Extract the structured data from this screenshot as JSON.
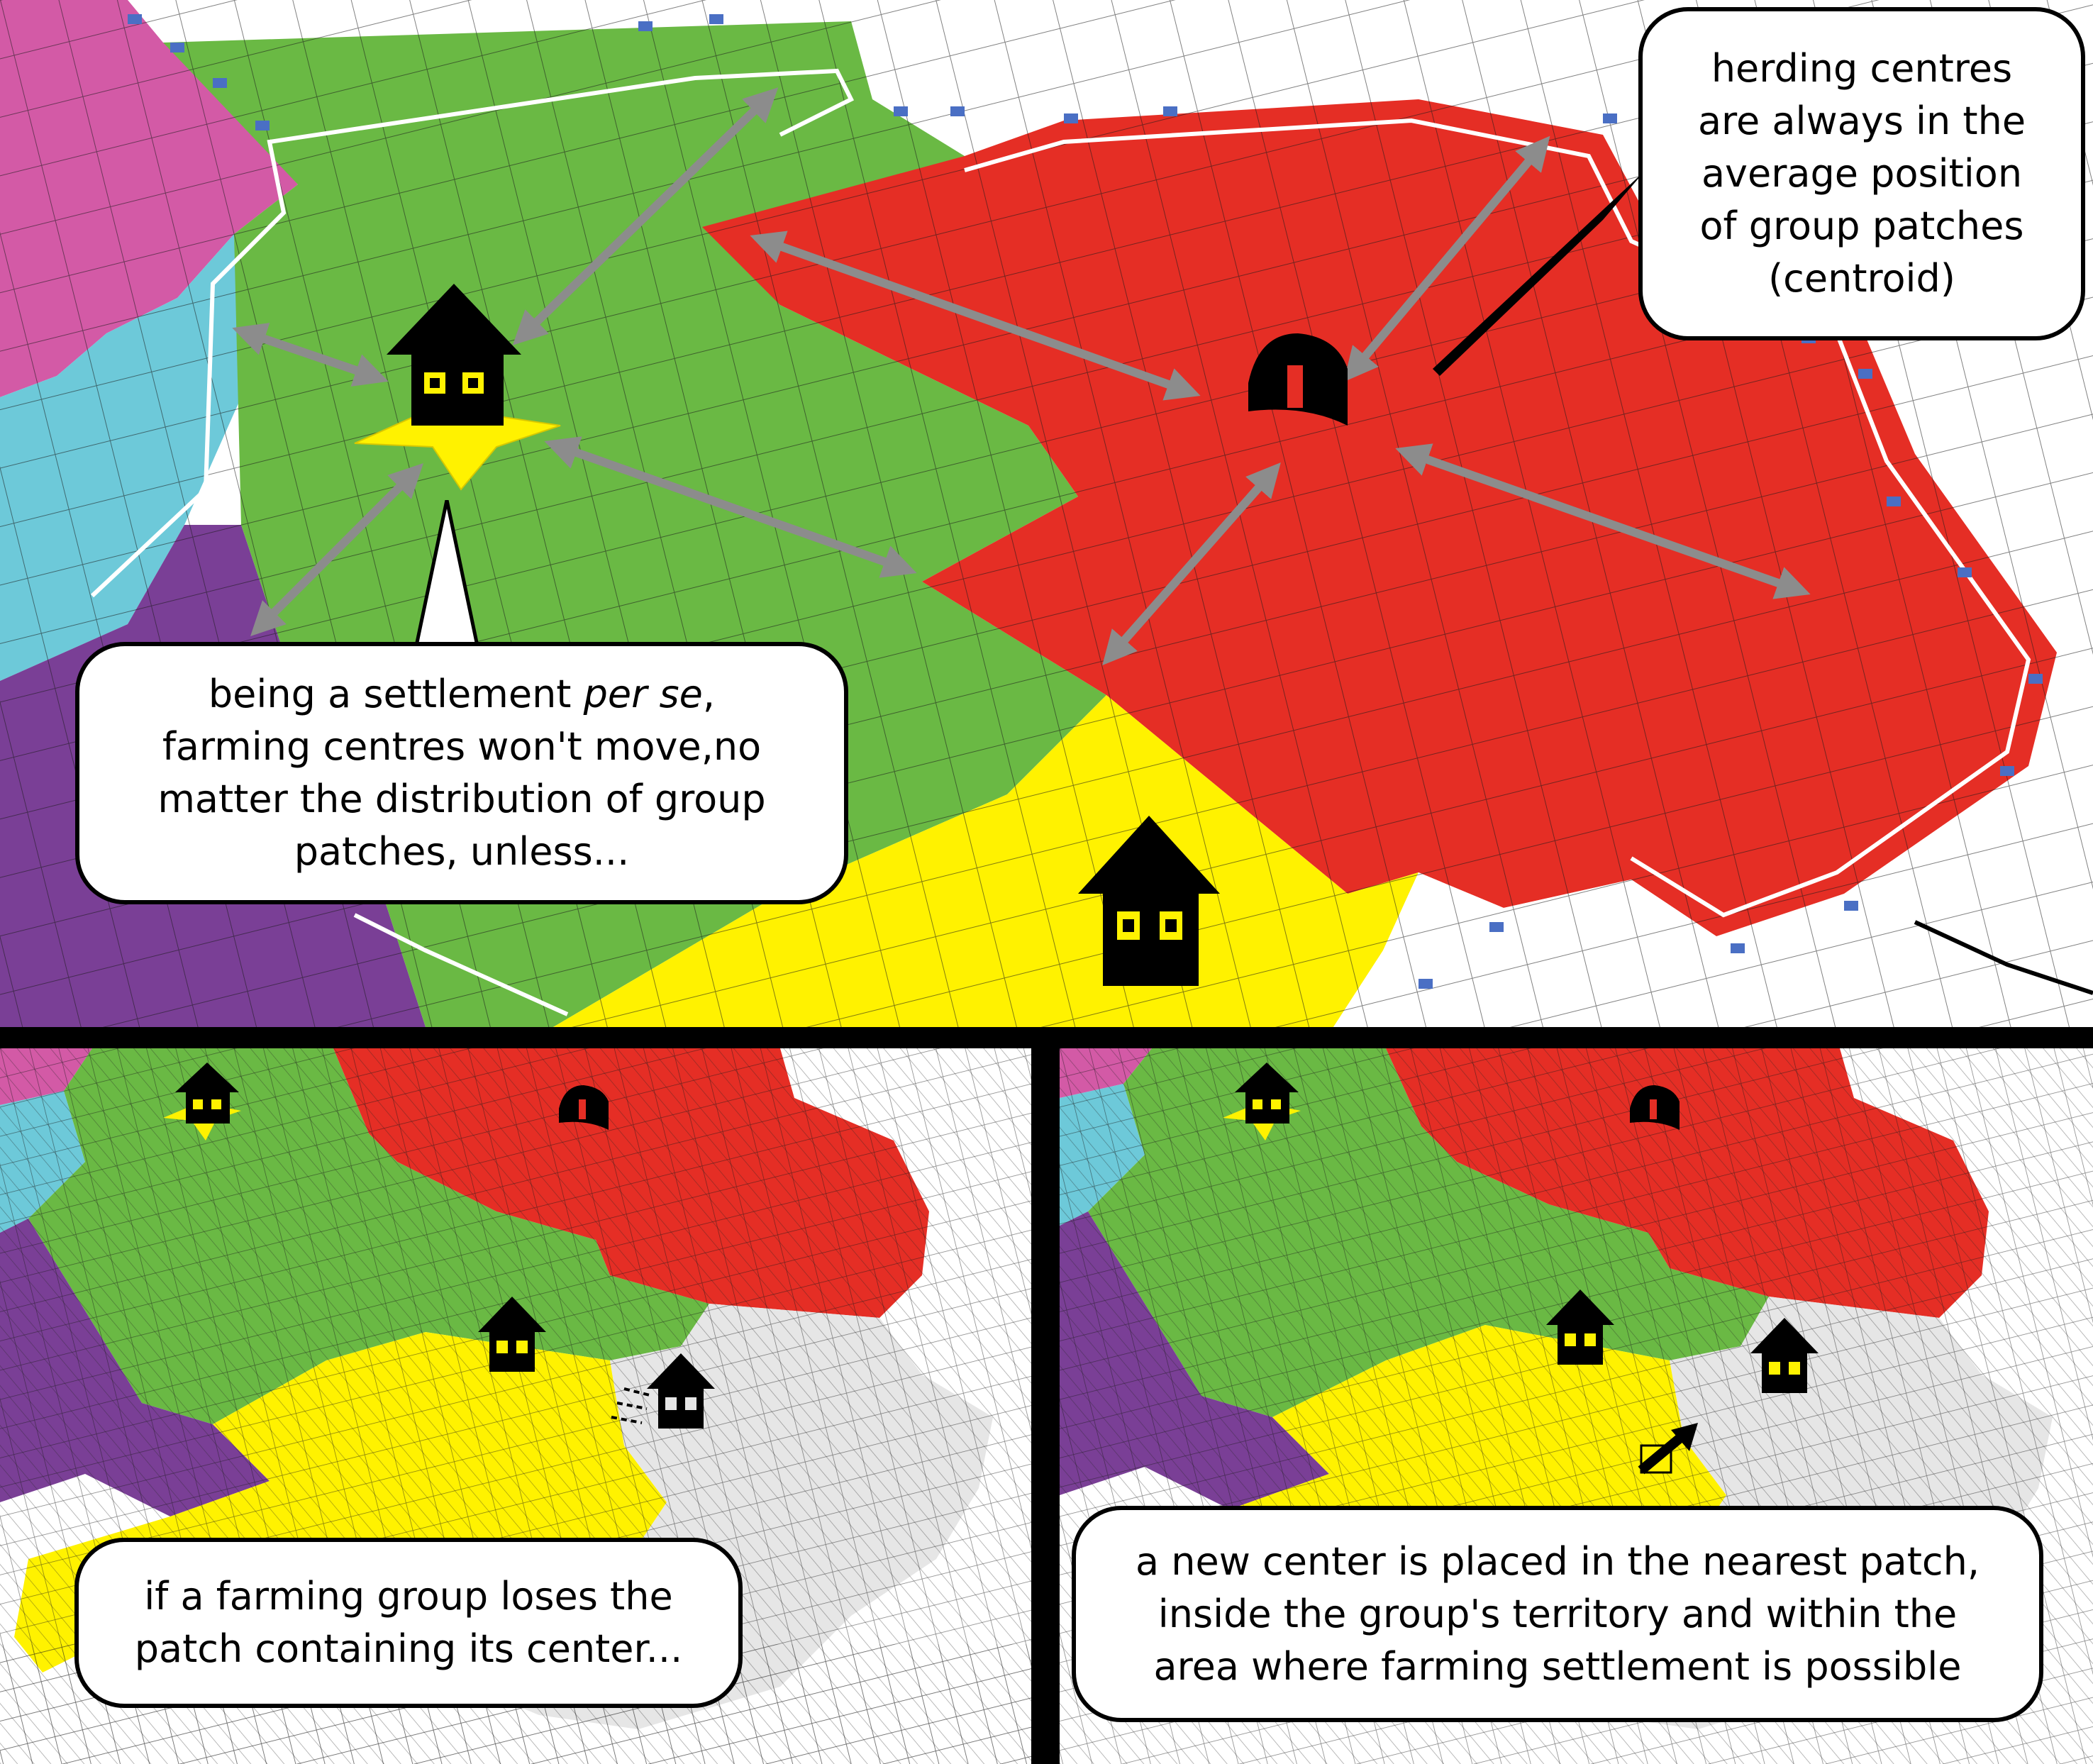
{
  "colors": {
    "magenta": "#d35aa6",
    "cyan": "#6dc9d9",
    "green": "#6ab944",
    "red": "#e52e25",
    "yellow": "#fff200",
    "purple": "#7a3f96",
    "grey": "#e6e6e6",
    "blue_edge": "#4a6fc4",
    "arrow": "#8c8c8c",
    "outline": "#000000"
  },
  "icons": {
    "farming_centre": "house-icon",
    "herding_centre": "tent-icon",
    "centre_marker": "star-icon",
    "distance": "double-arrow-icon",
    "relocation": "up-arrow-icon"
  },
  "panels": {
    "top": {
      "callout_herding": "herding centres\nare always in the\naverage position\nof group patches\n(centroid)",
      "callout_farming_before": "being a settlement ",
      "callout_farming_italic": "per se",
      "callout_farming_after": ",\nfarming centres won't move,no\nmatter the distribution of group\npatches, unless..."
    },
    "bottom_left": {
      "callout": "if a farming group loses the\npatch containing its center..."
    },
    "bottom_right": {
      "callout": "a new center is placed in the nearest patch,\ninside the group's territory and within the\narea where farming settlement is possible"
    }
  }
}
